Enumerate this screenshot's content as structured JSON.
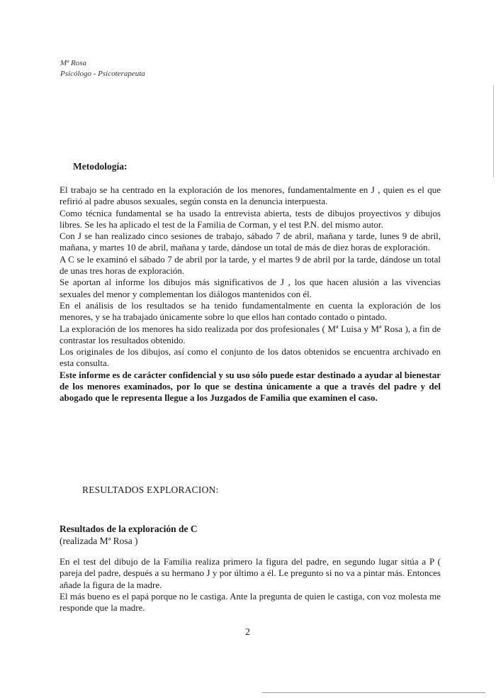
{
  "header": {
    "name": "Mª Rosa",
    "role": "Psicólogo - Psicoterapeuta"
  },
  "methodology": {
    "heading": "Metodología:",
    "paragraphs": [
      " El trabajo se ha centrado en la exploración de los menores, fundamentalmente en J , quien es el que refirió al padre abusos sexuales, según consta en la denuncia interpuesta.",
      "   Como técnica fundamental se ha usado la entrevista abierta, tests de dibujos proyectivos y dibujos libres. Se les ha aplicado el test de la Familia de Corman, y el test P.N. del mismo autor.",
      "   Con J   se han realizado cinco sesiones de trabajo, sábado 7 de abril, mañana y tarde, lunes 9 de abril, mañana, y martes 10 de abril, mañana y tarde, dándose un total de más de diez horas de exploración.",
      "   A C   se le examinó el sábado 7 de abril por la tarde, y el martes 9 de abril por la tarde, dándose un total de unas tres horas de exploración.",
      "   Se aportan al informe los dibujos más significativos de J , los que hacen alusión a las vivencias sexuales del menor y complementan los diálogos mantenidos con él.",
      "   En el análisis de los resultados se ha tenido fundamentalmente en cuenta la exploración de los menores, y se ha trabajado únicamente sobre lo que ellos han contado contado o pintado.",
      "   La exploración de los menores ha sido realizada por dos profesionales ( Mª Luisa   y Mª Rosa   ), a fin de contrastar los resultados obtenido.",
      "   Los originales de los dibujos, así como el conjunto de los datos obtenidos se encuentra archivado en esta consulta."
    ],
    "confidential": "   Este informe es de carácter confidencial y su uso sólo puede estar destinado a ayudar al bienestar de los menores examinados, por lo que se destina únicamente a que a través del padre y del abogado que le representa llegue a los Juzgados de Familia que examinen el caso."
  },
  "results_section": {
    "title": "RESULTADOS  EXPLORACION:",
    "subtitle": "Resultados de la exploración de C",
    "examiner": "(realizada  Mª Rosa      )",
    "paragraphs": [
      "   En el test del dibujo de la Familia realiza primero la figura del padre, en segundo lugar sitúa a P   ( pareja del padre, después a su hermano J   y por último a él. Le pregunto si no va a pintar más. Entonces añade la figura de la madre.",
      "   El más bueno es el papá porque no le castiga. Ante la pregunta de quien le castiga, con voz molesta me responde que la madre."
    ]
  },
  "page_number": "2"
}
